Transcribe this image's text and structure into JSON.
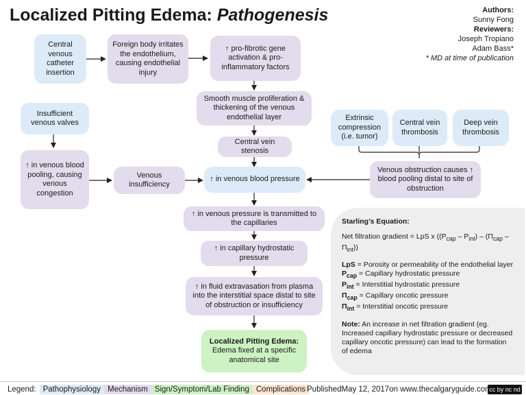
{
  "header": {
    "title_main": "Localized Pitting Edema: ",
    "title_italic": "Pathogenesis",
    "authors_label": "Authors:",
    "author_1": "Sunny Fong",
    "reviewers_label": "Reviewers:",
    "reviewer_1": "Joseph Tropiano",
    "reviewer_2": "Adam Bass*",
    "footnote": "* MD at time of publication"
  },
  "boxes": {
    "catheter": "Central venous catheter insertion",
    "foreign_body": "Foreign body irritates the endothelium, causing endothelial injury",
    "profibrotic": "↑ pro-fibrotic gene activation & pro-inflammatory factors",
    "smooth_muscle": "Smooth muscle proliferation & thickening of the venous endothelial layer",
    "stenosis": "Central vein stenosis",
    "insufficient_valves": "Insufficient venous valves",
    "pooling": "↑ in venous blood pooling, causing venous congestion",
    "venous_insufficiency": "Venous insufficiency",
    "venous_pressure": "↑ in venous blood pressure",
    "extrinsic": "Extrinsic compression (i.e. tumor)",
    "central_thrombosis": "Central vein thrombosis",
    "deep_thrombosis": "Deep vein thrombosis",
    "obstruction": "Venous obstruction causes ↑ blood pooling distal to site of obstruction",
    "transmitted": "↑ in venous pressure is transmitted to the capillaries",
    "hydrostatic": "↑ in capillary hydrostatic pressure",
    "extravasation": "↑ in fluid extravasation from plasma into the interstitial space distal to site of obstruction or insufficiency",
    "edema_title": "Localized Pitting Edema:",
    "edema_desc": "Edema fixed at a specific anatomical site"
  },
  "starling": {
    "heading": "Starling’s Equation:",
    "equation_1": "Net filtration gradient = LpS x ((P",
    "sub_cap": "cap",
    "minus": " – P",
    "sub_int": "int",
    "equation_2": ") – (Π",
    "equation_3": " – ",
    "pi": "Π",
    "close": "))",
    "lps_term": "LpS",
    "lps_def": " = Porosity or permeability of the endothelial layer",
    "p": "P",
    "pcap_def": " = Capillary hydrostatic pressure",
    "pint_def": " = Interstitial hydrostatic pressure",
    "picap_def": " = Capillary oncotic pressure",
    "piint_def": " = Interstitial oncotic pressure",
    "note_label": "Note:",
    "note_text": " An increase in net filtration gradient (eg. Increased capillary hydrostatic pressure or decreased capillary oncotic pressure) can lead to the formation of edema"
  },
  "legend": {
    "label": "Legend:",
    "pathophysiology": "Pathophysiology",
    "mechanism": "Mechanism",
    "sign": "Sign/Symptom/Lab Finding",
    "complications": "Complications"
  },
  "footer": {
    "published_prefix": "Published ",
    "published_date": "May 12, 2017",
    "published_suffix": " on www.thecalgaryguide.com",
    "license": "cc by nc nd"
  },
  "colors": {
    "pathophysiology": "#dcebf7",
    "mechanism": "#e2dced",
    "sign": "#cdf2c3",
    "complications": "#fde6d2"
  }
}
